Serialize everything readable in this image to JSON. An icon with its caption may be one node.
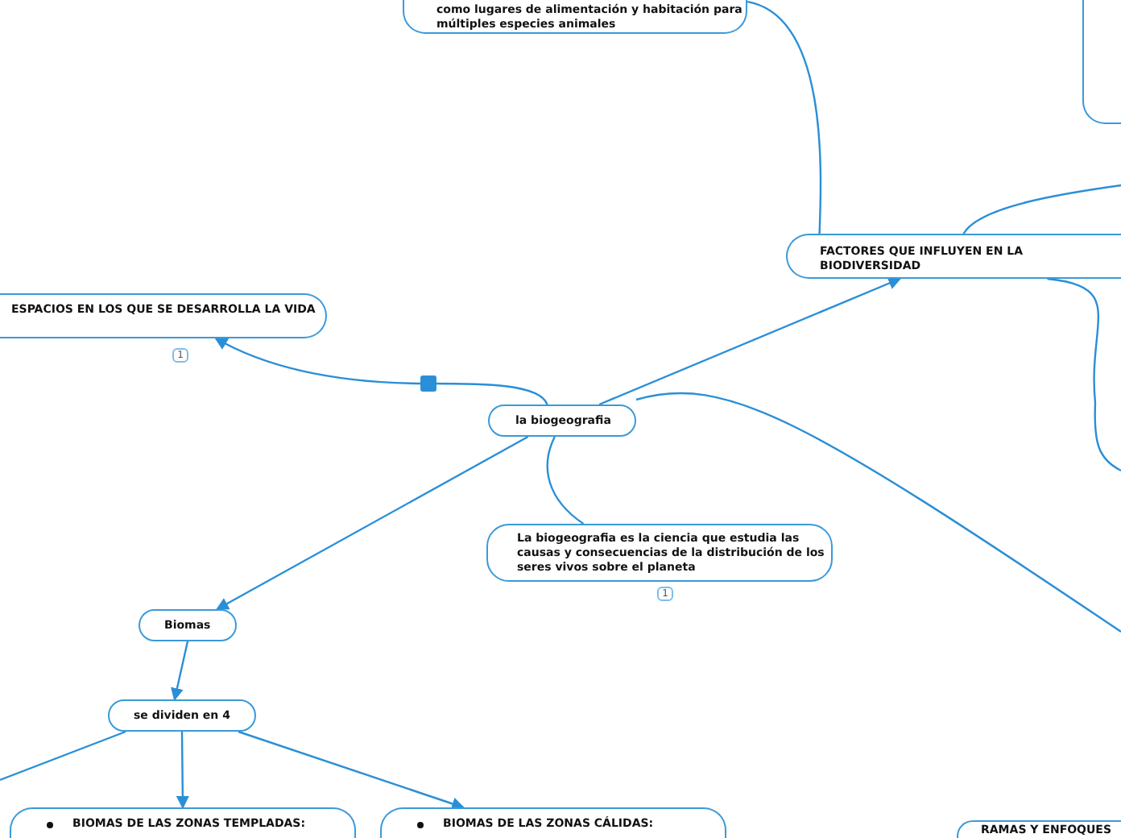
{
  "diagram": {
    "nodes": [
      {
        "text": [
          "como lugares de alimentación y habitación para múltiples especies animales"
        ]
      },
      {
        "text": [],
        "shape": "box"
      },
      {
        "text": [
          "ESPACIOS EN LOS QUE SE DESARROLLA LA VIDA"
        ],
        "beside": [
          "1"
        ]
      },
      {
        "text": [
          "FACTORES QUE INFLUYEN EN LA BIODIVERSIDAD"
        ]
      },
      {
        "text": [
          "la biogeografia"
        ]
      },
      {
        "text": [
          "La biogeografia es la ciencia que estudia las causas y consecuencias de la distribución de los seres vivos sobre el planeta"
        ],
        "beside": [
          "1"
        ]
      },
      {
        "text": [
          "Biomas"
        ]
      },
      {
        "text": [
          "se dividen en 4"
        ]
      },
      {
        "text": [
          "BIOMAS DE LAS ZONAS TEMPLADAS:"
        ]
      },
      {
        "text": [
          "BIOMAS DE LAS ZONAS CÁLIDAS:"
        ]
      },
      {
        "text": [
          "RAMAS Y ENFOQUES"
        ]
      }
    ],
    "edges": [
      {
        "from": 4,
        "to": 2,
        "arrow": "to"
      },
      {
        "from": 4,
        "to": 3,
        "arrow": "to"
      },
      {
        "from": 4,
        "to": 5,
        "arrow": "none"
      },
      {
        "from": 4,
        "to": 6,
        "arrow": "to"
      },
      {
        "from": 4,
        "to": null,
        "arrow": "none"
      },
      {
        "from": 6,
        "to": 7,
        "arrow": "to"
      },
      {
        "from": 7,
        "to": 8,
        "arrow": "to"
      },
      {
        "from": 7,
        "to": 9,
        "arrow": "to"
      },
      {
        "from": 7,
        "to": null,
        "arrow": "none"
      },
      {
        "from": 3,
        "to": 0,
        "arrow": "none"
      },
      {
        "from": 3,
        "to": null,
        "arrow": "none"
      },
      {
        "from": 3,
        "to": null,
        "arrow": "none"
      }
    ]
  }
}
